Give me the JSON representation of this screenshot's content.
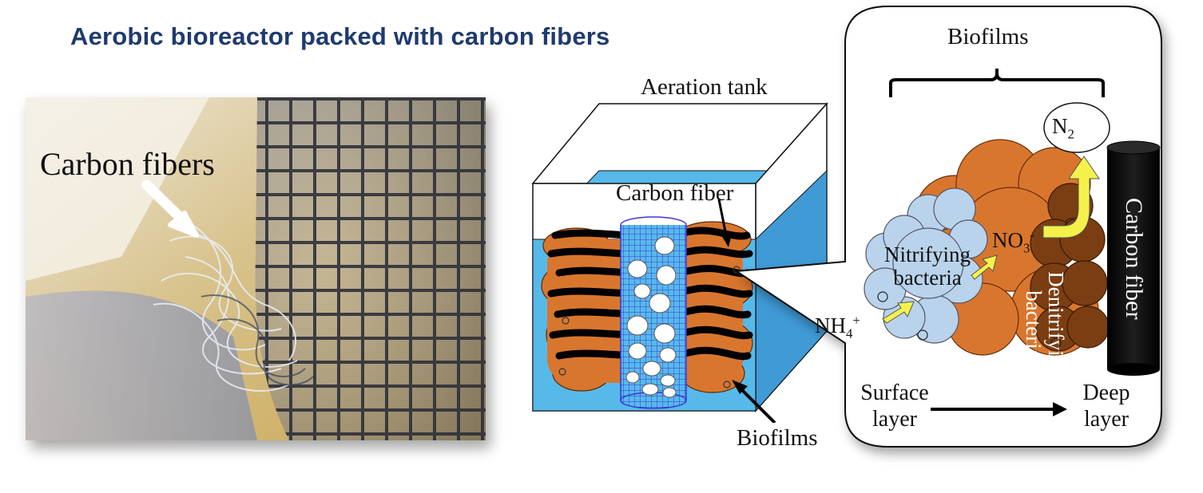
{
  "title": "Aerobic bioreactor packed with carbon fibers",
  "photo": {
    "label": "Carbon fibers"
  },
  "tank": {
    "title": "Aeration tank",
    "carbon_fiber_label": "Carbon fiber",
    "biofilms_label": "Biofilms"
  },
  "detail": {
    "biofilms_label": "Biofilms",
    "nitrifying_label": "Nitrifying bacteria",
    "denitrifying_label": "Denitrifying bacteria",
    "no3_base": "NO",
    "no3_sub": "3",
    "no3_sup": "-",
    "nh4_base": "NH",
    "nh4_sub": "4",
    "nh4_sup": "+",
    "n2_base": "N",
    "n2_sub": "2",
    "carbon_fiber_label": "Carbon fiber",
    "surface_label": "Surface layer",
    "deep_label": "Deep layer"
  },
  "colors": {
    "title": "#1f3a6e",
    "water": "#57b9ea",
    "biofilm_orange": "#d9762e",
    "nitrifying": "#b9d3ec",
    "denitrifying": "#7a3e12",
    "arrow_yellow": "#f4f24a"
  }
}
